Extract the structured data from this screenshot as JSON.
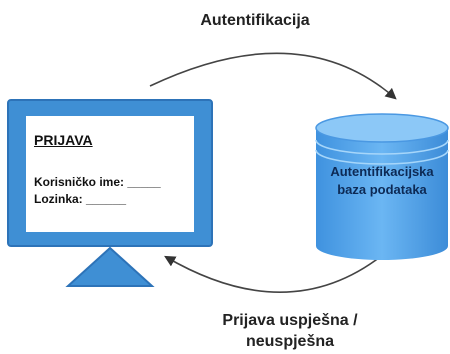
{
  "edges": {
    "top_label": "Autentifikacija",
    "bottom_label_line1": "Prijava uspješna /",
    "bottom_label_line2": "neuspješna"
  },
  "computer": {
    "title": "PRIJAVA",
    "username_line": "Korisničko ime: _____",
    "password_line": "Lozinka: ______"
  },
  "database": {
    "label_line1": "Autentifikacijska",
    "label_line2": "baza podataka"
  },
  "colors": {
    "monitor_blue": "#3f8fd4",
    "monitor_dark": "#2d73b8",
    "database_blue": "#5aaaf0",
    "database_rim": "#8cc8f7",
    "arrow": "#444444"
  }
}
